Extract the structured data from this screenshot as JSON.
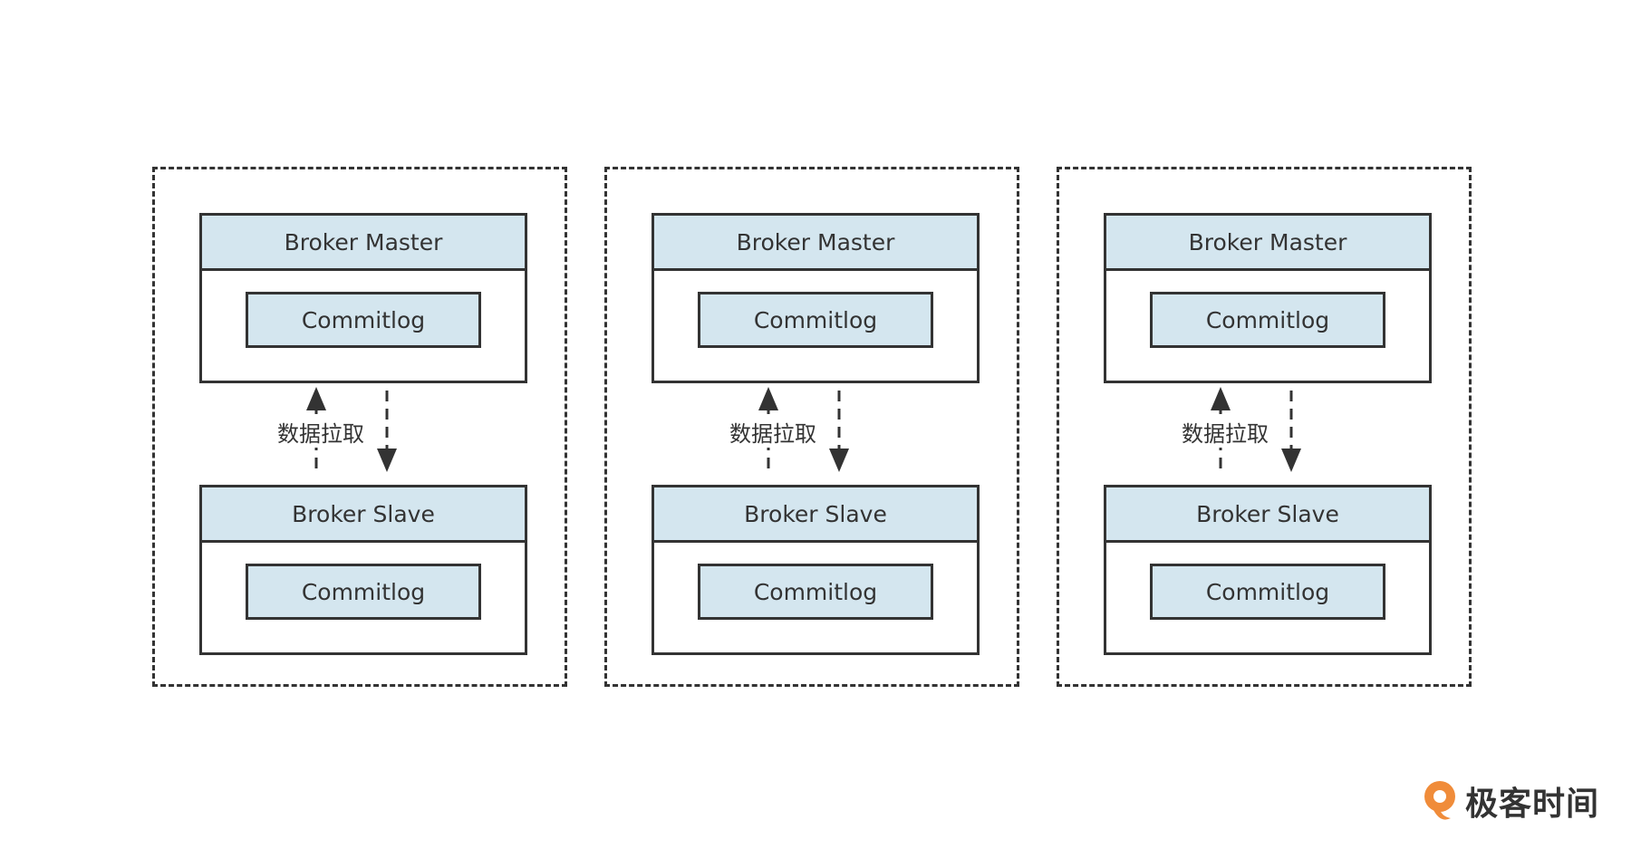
{
  "groups": [
    {
      "master": {
        "title": "Broker Master",
        "store": "Commitlog"
      },
      "slave": {
        "title": "Broker Slave",
        "store": "Commitlog"
      },
      "link_label": "数据拉取"
    },
    {
      "master": {
        "title": "Broker Master",
        "store": "Commitlog"
      },
      "slave": {
        "title": "Broker Slave",
        "store": "Commitlog"
      },
      "link_label": "数据拉取"
    },
    {
      "master": {
        "title": "Broker Master",
        "store": "Commitlog"
      },
      "slave": {
        "title": "Broker Slave",
        "store": "Commitlog"
      },
      "link_label": "数据拉取"
    }
  ],
  "brand": {
    "name": "极客时间",
    "color": "#f08c3a"
  },
  "colors": {
    "header_fill": "#d4e6ef",
    "stroke": "#333333"
  }
}
